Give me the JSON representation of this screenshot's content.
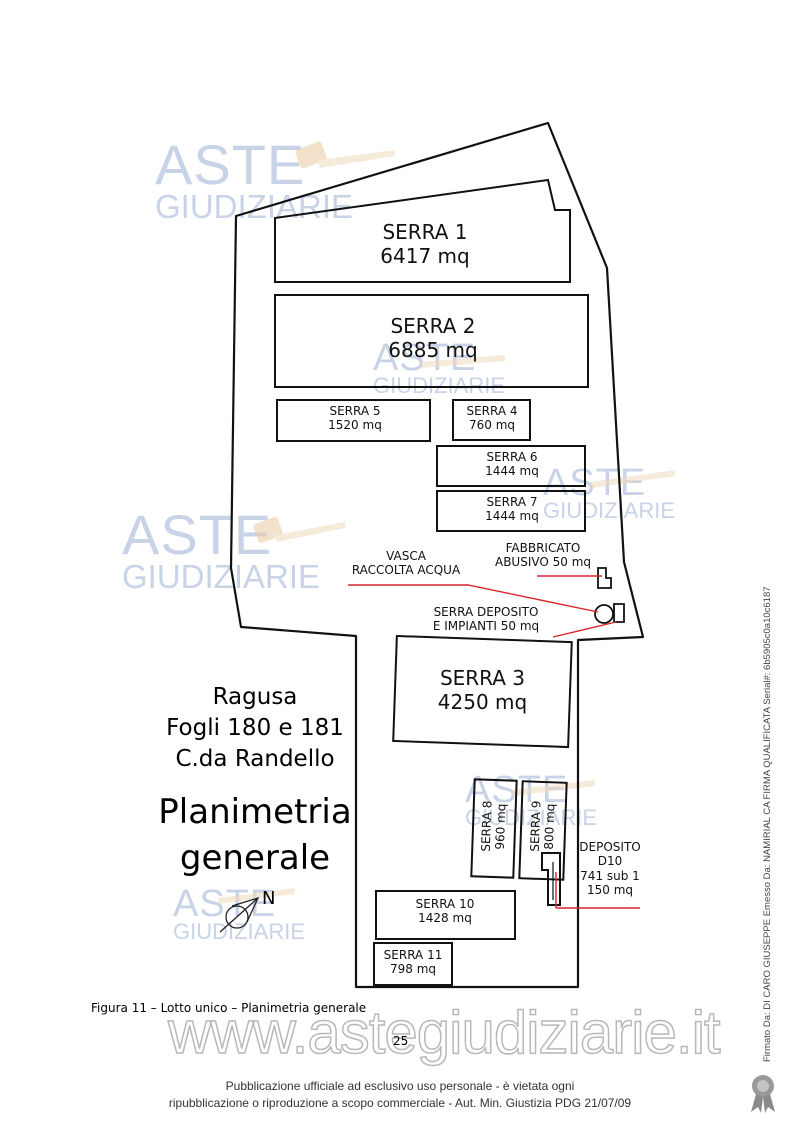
{
  "watermark": {
    "brand_top": "ASTE",
    "brand_bottom": "GIUDIZIARIE"
  },
  "plan": {
    "serra1": {
      "name": "SERRA 1",
      "area": "6417 mq"
    },
    "serra2": {
      "name": "SERRA 2",
      "area": "6885 mq"
    },
    "serra5": {
      "name": "SERRA 5",
      "area": "1520 mq"
    },
    "serra4": {
      "name": "SERRA 4",
      "area": "760 mq"
    },
    "serra6": {
      "name": "SERRA 6",
      "area": "1444 mq"
    },
    "serra7": {
      "name": "SERRA 7",
      "area": "1444 mq"
    },
    "vasca": {
      "line1": "VASCA",
      "line2": "RACCOLTA ACQUA"
    },
    "fabbricato": {
      "line1": "FABBRICATO",
      "line2": "ABUSIVO 50 mq"
    },
    "serra_deposito": {
      "line1": "SERRA DEPOSITO",
      "line2": "E IMPIANTI  50 mq"
    },
    "serra3": {
      "name": "SERRA 3",
      "area": "4250 mq"
    },
    "serra8": {
      "name": "SERRA 8",
      "area": "960 mq"
    },
    "serra9": {
      "name": "SERRA 9",
      "area": "800 mq"
    },
    "deposito": {
      "line1": "DEPOSITO",
      "line2": "D10",
      "line3": "741 sub 1",
      "line4": "150 mq"
    },
    "serra10": {
      "name": "SERRA 10",
      "area": "1428 mq"
    },
    "serra11": {
      "name": "SERRA 11",
      "area": "798 mq"
    },
    "north": "N"
  },
  "location": {
    "line1": "Ragusa",
    "line2": "Fogli 180 e 181",
    "line3": "C.da Randello"
  },
  "plan_title": {
    "line1": "Planimetria",
    "line2": "generale"
  },
  "caption": "Figura 11  – Lotto unico – Planimetria generale",
  "page_number": "25",
  "site_watermark": "www.astegiudiziarie.it",
  "footer": {
    "line1": "Pubblicazione ufficiale ad esclusivo uso personale - è vietata ogni",
    "line2": "ripubblicazione o riproduzione a scopo commerciale - Aut. Min. Giustizia PDG 21/07/09"
  },
  "signature": "Firmato Da: DI CARO GIUSEPPE Emesso Da: NAMIRIAL CA FIRMA QUALIFICATA Serial#: 6b5905c0a10c6187",
  "colors": {
    "leader_line": "#d9242a",
    "watermark": "#c9d3e8",
    "gavel": "#e9c9a1"
  }
}
